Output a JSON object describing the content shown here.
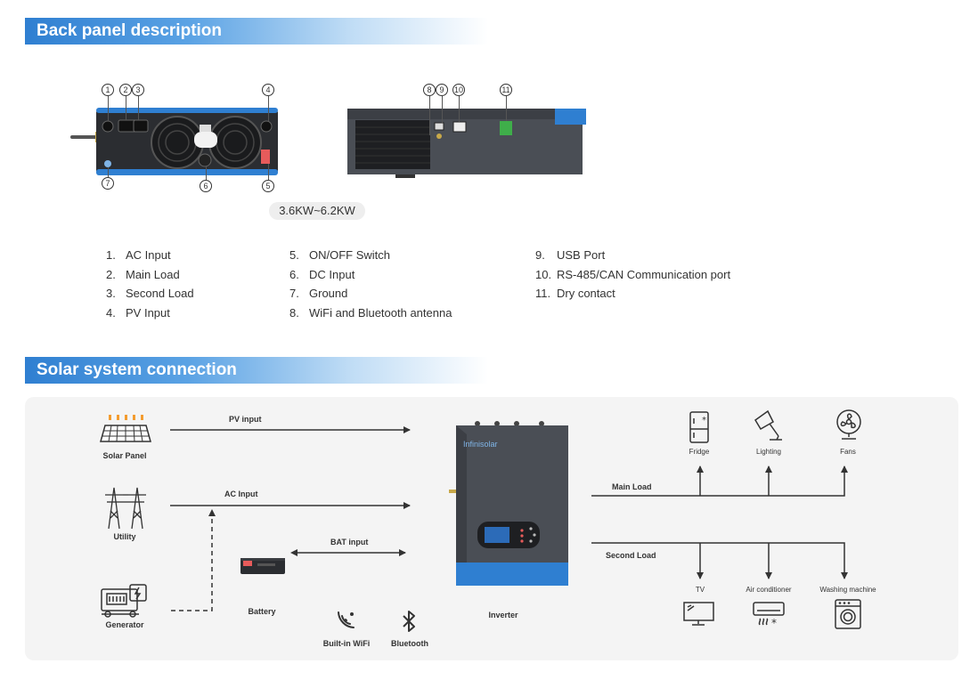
{
  "sections": {
    "back_panel": "Back panel description",
    "solar": "Solar system connection"
  },
  "back_panel": {
    "callouts": [
      "1",
      "2",
      "3",
      "4",
      "5",
      "6",
      "7",
      "8",
      "9",
      "10",
      "11"
    ],
    "power_range": "3.6KW~6.2KW",
    "ports_col1": [
      {
        "num": "1.",
        "label": "AC Input"
      },
      {
        "num": "2.",
        "label": "Main Load"
      },
      {
        "num": "3.",
        "label": "Second Load"
      },
      {
        "num": "4.",
        "label": "PV Input"
      }
    ],
    "ports_col2": [
      {
        "num": "5.",
        "label": "ON/OFF Switch"
      },
      {
        "num": "6.",
        "label": "DC Input"
      },
      {
        "num": "7.",
        "label": "Ground"
      },
      {
        "num": "8.",
        "label": "WiFi and Bluetooth antenna"
      }
    ],
    "ports_col3": [
      {
        "num": "9.",
        "label": "USB Port"
      },
      {
        "num": "10.",
        "label": "RS-485/CAN Communication port"
      },
      {
        "num": "11.",
        "label": "Dry contact"
      }
    ]
  },
  "diagram": {
    "sources": {
      "solar_panel": "Solar Panel",
      "utility": "Utility",
      "generator": "Generator",
      "battery": "Battery"
    },
    "flows": {
      "pv_input": "PV input",
      "ac_input": "AC Input",
      "bat_input": "BAT input",
      "main_load": "Main Load",
      "second_load": "Second Load"
    },
    "inverter": {
      "label": "Inverter",
      "brand": "Infinisolar"
    },
    "connectivity": {
      "wifi": "Built-in WiFi",
      "bluetooth": "Bluetooth"
    },
    "main_loads": [
      "Fridge",
      "Lighting",
      "Fans"
    ],
    "second_loads": [
      "TV",
      "Air conditioner",
      "Washing machine"
    ],
    "colors": {
      "header_blue": "#2f7fd1",
      "inverter_body": "#4a4e55",
      "inverter_base": "#2f7fd1"
    }
  }
}
